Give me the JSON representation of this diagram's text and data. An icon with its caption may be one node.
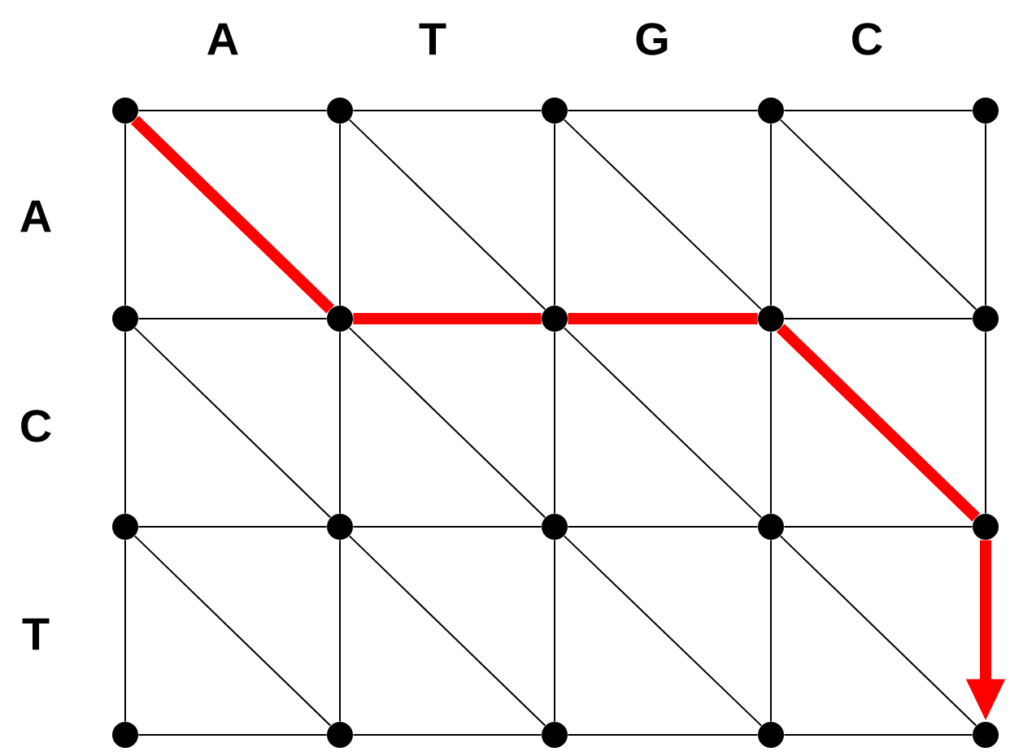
{
  "diagram": {
    "nodes": [
      {
        "text": [],
        "shape": "circle"
      },
      {
        "text": [],
        "shape": "circle"
      },
      {
        "text": [],
        "shape": "circle"
      },
      {
        "text": [],
        "shape": "circle"
      },
      {
        "text": [],
        "shape": "circle"
      },
      {
        "text": [],
        "shape": "circle"
      },
      {
        "text": [],
        "shape": "circle"
      },
      {
        "text": [],
        "shape": "circle"
      },
      {
        "text": [],
        "shape": "circle"
      },
      {
        "text": [],
        "shape": "circle"
      },
      {
        "text": [],
        "shape": "circle"
      },
      {
        "text": [],
        "shape": "circle"
      },
      {
        "text": [],
        "shape": "circle"
      },
      {
        "text": [],
        "shape": "circle"
      },
      {
        "text": [],
        "shape": "circle"
      },
      {
        "text": [],
        "shape": "circle"
      },
      {
        "text": [],
        "shape": "circle"
      },
      {
        "text": [],
        "shape": "circle"
      },
      {
        "text": [],
        "shape": "circle"
      },
      {
        "text": [],
        "shape": "circle"
      }
    ],
    "edges": [
      {
        "from": 0,
        "to": 1,
        "arrow": "none"
      },
      {
        "from": 1,
        "to": 2,
        "arrow": "none"
      },
      {
        "from": 2,
        "to": 3,
        "arrow": "none"
      },
      {
        "from": 3,
        "to": 4,
        "arrow": "none"
      },
      {
        "from": 5,
        "to": 6,
        "arrow": "none"
      },
      {
        "from": 6,
        "to": 7,
        "arrow": "none",
        "style": "thick",
        "color": "#ff0000"
      },
      {
        "from": 7,
        "to": 8,
        "arrow": "none",
        "style": "thick",
        "color": "#ff0000"
      },
      {
        "from": 8,
        "to": 9,
        "arrow": "none"
      },
      {
        "from": 10,
        "to": 11,
        "arrow": "none"
      },
      {
        "from": 11,
        "to": 12,
        "arrow": "none"
      },
      {
        "from": 12,
        "to": 13,
        "arrow": "none"
      },
      {
        "from": 13,
        "to": 14,
        "arrow": "none"
      },
      {
        "from": 15,
        "to": 16,
        "arrow": "none"
      },
      {
        "from": 16,
        "to": 17,
        "arrow": "none"
      },
      {
        "from": 17,
        "to": 18,
        "arrow": "none"
      },
      {
        "from": 18,
        "to": 19,
        "arrow": "none"
      },
      {
        "from": 0,
        "to": 5,
        "arrow": "none"
      },
      {
        "from": 5,
        "to": 10,
        "arrow": "none"
      },
      {
        "from": 10,
        "to": 15,
        "arrow": "none"
      },
      {
        "from": 1,
        "to": 6,
        "arrow": "none"
      },
      {
        "from": 6,
        "to": 11,
        "arrow": "none"
      },
      {
        "from": 11,
        "to": 16,
        "arrow": "none"
      },
      {
        "from": 2,
        "to": 7,
        "arrow": "none"
      },
      {
        "from": 7,
        "to": 12,
        "arrow": "none"
      },
      {
        "from": 12,
        "to": 17,
        "arrow": "none"
      },
      {
        "from": 3,
        "to": 8,
        "arrow": "none"
      },
      {
        "from": 8,
        "to": 13,
        "arrow": "none"
      },
      {
        "from": 13,
        "to": 18,
        "arrow": "none"
      },
      {
        "from": 4,
        "to": 9,
        "arrow": "none"
      },
      {
        "from": 9,
        "to": 14,
        "arrow": "none"
      },
      {
        "from": 14,
        "to": 19,
        "arrow": "to",
        "style": "thick",
        "color": "#ff0000"
      },
      {
        "from": 0,
        "to": 6,
        "arrow": "none",
        "style": "thick",
        "color": "#ff0000"
      },
      {
        "from": 1,
        "to": 7,
        "arrow": "none"
      },
      {
        "from": 2,
        "to": 8,
        "arrow": "none"
      },
      {
        "from": 3,
        "to": 9,
        "arrow": "none"
      },
      {
        "from": 5,
        "to": 11,
        "arrow": "none"
      },
      {
        "from": 6,
        "to": 12,
        "arrow": "none"
      },
      {
        "from": 7,
        "to": 13,
        "arrow": "none"
      },
      {
        "from": 8,
        "to": 14,
        "arrow": "none",
        "style": "thick",
        "color": "#ff0000"
      },
      {
        "from": 10,
        "to": 16,
        "arrow": "none"
      },
      {
        "from": 11,
        "to": 17,
        "arrow": "none"
      },
      {
        "from": 12,
        "to": 18,
        "arrow": "none"
      },
      {
        "from": 13,
        "to": 19,
        "arrow": "none"
      }
    ],
    "labels": [
      "A",
      "T",
      "G",
      "C",
      "A",
      "C",
      "T"
    ]
  }
}
